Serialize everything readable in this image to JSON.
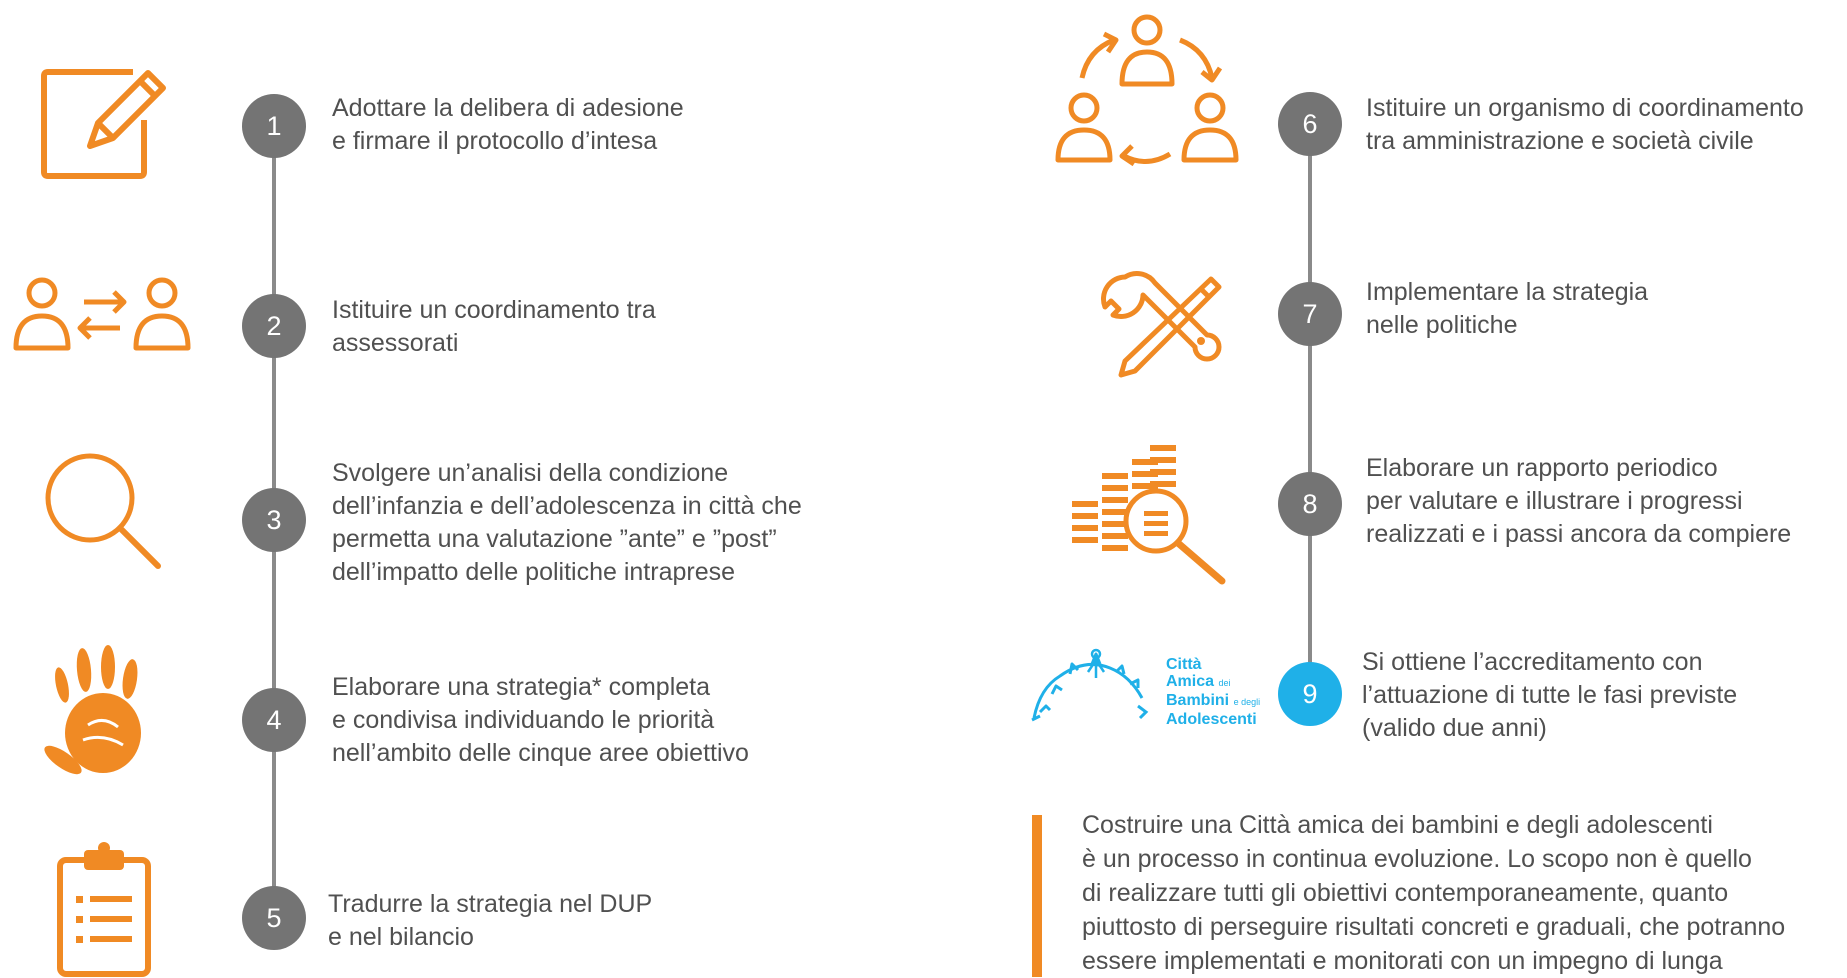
{
  "colors": {
    "accent": "#f08a24",
    "step_circle": "#747474",
    "final_circle": "#1fb0e8",
    "text": "#505050",
    "connector": "#8a8a8a"
  },
  "left_steps": [
    {
      "number": "1",
      "icon": "document-pencil-icon",
      "text": "Adottare la delibera di adesione\ne firmare il protocollo d’intesa"
    },
    {
      "number": "2",
      "icon": "people-exchange-icon",
      "text": "Istituire un coordinamento tra\nassessorati"
    },
    {
      "number": "3",
      "icon": "magnifier-icon",
      "text": "Svolgere un’analisi della condizione\ndell’infanzia e dell’adolescenza in città che\npermetta una valutazione ”ante” e ”post”\ndell’impatto delle politiche intraprese"
    },
    {
      "number": "4",
      "icon": "handprint-icon",
      "text": "Elaborare una strategia* completa\ne condivisa individuando le priorità\nnell’ambito delle cinque aree obiettivo"
    },
    {
      "number": "5",
      "icon": "clipboard-checklist-icon",
      "text": "Tradurre la strategia nel DUP\ne nel bilancio"
    }
  ],
  "right_steps": [
    {
      "number": "6",
      "icon": "people-cycle-icon",
      "text": "Istituire un organismo di coordinamento\ntra amministrazione e società civile"
    },
    {
      "number": "7",
      "icon": "wrench-pencil-icon",
      "text": "Implementare la strategia\nnelle politiche"
    },
    {
      "number": "8",
      "icon": "report-magnifier-icon",
      "text": "Elaborare un rapporto periodico\nper valutare e illustrare i progressi\nrealizzati e i passi ancora da compiere"
    },
    {
      "number": "9",
      "icon": "city-logo-icon",
      "text": "Si ottiene l’accreditamento con\nl’attuazione di tutte le fasi previste\n(valido due anni)"
    }
  ],
  "logo": {
    "line1": "Città",
    "line2": "Amica",
    "line2_small": "dei",
    "line3": "Bambini",
    "line3_small": "e degli",
    "line4": "Adolescenti"
  },
  "note": "Costruire una Città amica dei bambini e degli adolescenti\nè un processo in continua evoluzione. Lo scopo non è quello\ndi realizzare tutti gli obiettivi contemporaneamente, quanto\npiuttosto di perseguire risultati concreti e graduali, che potranno\nessere implementati e monitorati con un impegno di lunga"
}
